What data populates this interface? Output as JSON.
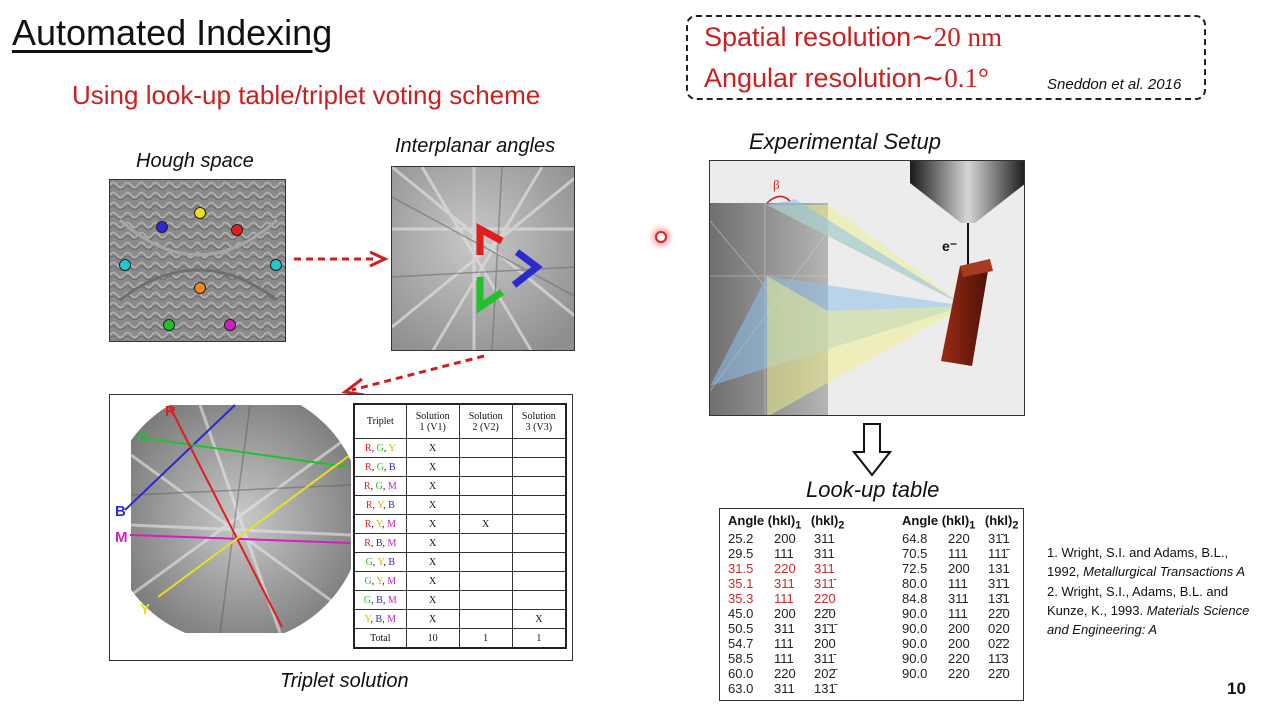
{
  "slide": {
    "title": "Automated Indexing",
    "subtitle": "Using look-up table/triplet voting scheme",
    "page_number": "10"
  },
  "resolution_box": {
    "spatial_prefix": "Spatial resolution",
    "spatial_value": "∼20 nm",
    "angular_prefix": "Angular resolution",
    "angular_value": "∼0.1°",
    "citation": "Sneddon et al. 2016"
  },
  "captions": {
    "hough": "Hough space",
    "angles": "Interplanar angles",
    "triplet": "Triplet solution",
    "experimental": "Experimental Setup",
    "lookup": "Look-up table"
  },
  "colors": {
    "accent_red": "#cc1f1f",
    "R": "#e01e1e",
    "G": "#22c02a",
    "B": "#2a2ad0",
    "M": "#d020c0",
    "Y": "#e8e020",
    "C": "#20c8d0",
    "O": "#f08a1e"
  },
  "triplet_image_labels": {
    "R": "R",
    "G": "G",
    "B": "B",
    "M": "M",
    "Y": "Y"
  },
  "triplet_table": {
    "headers": [
      {
        "line1": "Triplet",
        "line2": ""
      },
      {
        "line1": "Solution",
        "line2": "1 (V1)"
      },
      {
        "line1": "Solution",
        "line2": "2 (V2)"
      },
      {
        "line1": "Solution",
        "line2": "3 (V3)"
      }
    ],
    "rows": [
      {
        "triplet": [
          "R",
          "G",
          "Y"
        ],
        "s1": "X",
        "s2": "",
        "s3": ""
      },
      {
        "triplet": [
          "R",
          "G",
          "B"
        ],
        "s1": "X",
        "s2": "",
        "s3": ""
      },
      {
        "triplet": [
          "R",
          "G",
          "M"
        ],
        "s1": "X",
        "s2": "",
        "s3": ""
      },
      {
        "triplet": [
          "R",
          "Y",
          "B"
        ],
        "s1": "X",
        "s2": "",
        "s3": ""
      },
      {
        "triplet": [
          "R",
          "Y",
          "M"
        ],
        "s1": "X",
        "s2": "X",
        "s3": ""
      },
      {
        "triplet": [
          "R",
          "B",
          "M"
        ],
        "s1": "X",
        "s2": "",
        "s3": ""
      },
      {
        "triplet": [
          "G",
          "Y",
          "B"
        ],
        "s1": "X",
        "s2": "",
        "s3": ""
      },
      {
        "triplet": [
          "G",
          "Y",
          "M"
        ],
        "s1": "X",
        "s2": "",
        "s3": ""
      },
      {
        "triplet": [
          "G",
          "B",
          "M"
        ],
        "s1": "X",
        "s2": "",
        "s3": ""
      },
      {
        "triplet": [
          "Y",
          "B",
          "M"
        ],
        "s1": "X",
        "s2": "",
        "s3": "X"
      }
    ],
    "total": {
      "label": "Total",
      "s1": "10",
      "s2": "1",
      "s3": "1"
    }
  },
  "experimental_setup": {
    "beta_label": "β",
    "electron_label": "e⁻"
  },
  "lookup_table": {
    "headers": {
      "angle": "Angle",
      "hkl1": "(hkl)",
      "hkl1_sub": "1",
      "hkl2": "(hkl)",
      "hkl2_sub": "2"
    },
    "left": [
      {
        "angle": "25.2",
        "hkl1": "200",
        "hkl2": "311",
        "highlight": false
      },
      {
        "angle": "29.5",
        "hkl1": "111",
        "hkl2": "311",
        "highlight": false
      },
      {
        "angle": "31.5",
        "hkl1": "220",
        "hkl2": "311",
        "highlight": true
      },
      {
        "angle": "35.1",
        "hkl1": "311",
        "hkl2": "311̄",
        "highlight": true
      },
      {
        "angle": "35.3",
        "hkl1": "111",
        "hkl2": "220",
        "highlight": true
      },
      {
        "angle": "45.0",
        "hkl1": "200",
        "hkl2": "22̄0",
        "highlight": false
      },
      {
        "angle": "50.5",
        "hkl1": "311",
        "hkl2": "31̄1̄",
        "highlight": false
      },
      {
        "angle": "54.7",
        "hkl1": "111",
        "hkl2": "200",
        "highlight": false
      },
      {
        "angle": "58.5",
        "hkl1": "111",
        "hkl2": "311̄",
        "highlight": false
      },
      {
        "angle": "60.0",
        "hkl1": "220",
        "hkl2": "202̄",
        "highlight": false
      },
      {
        "angle": "63.0",
        "hkl1": "311",
        "hkl2": "131̄",
        "highlight": false
      }
    ],
    "right": [
      {
        "angle": "64.8",
        "hkl1": "220",
        "hkl2": "31̄1",
        "highlight": false
      },
      {
        "angle": "70.5",
        "hkl1": "111",
        "hkl2": "111̄",
        "highlight": false
      },
      {
        "angle": "72.5",
        "hkl1": "200",
        "hkl2": "131",
        "highlight": false
      },
      {
        "angle": "80.0",
        "hkl1": "111",
        "hkl2": "31̄1",
        "highlight": false
      },
      {
        "angle": "84.8",
        "hkl1": "311",
        "hkl2": "13̄1",
        "highlight": false
      },
      {
        "angle": "90.0",
        "hkl1": "111",
        "hkl2": "22̄0",
        "highlight": false
      },
      {
        "angle": "90.0",
        "hkl1": "200",
        "hkl2": "020",
        "highlight": false
      },
      {
        "angle": "90.0",
        "hkl1": "200",
        "hkl2": "02̄2",
        "highlight": false
      },
      {
        "angle": "90.0",
        "hkl1": "220",
        "hkl2": "11̄3",
        "highlight": false
      },
      {
        "angle": "90.0",
        "hkl1": "220",
        "hkl2": "22̄0",
        "highlight": false
      }
    ]
  },
  "references": [
    {
      "text": "1. Wright, S.I. and Adams, B.L., 1992, ",
      "italic": "Metallurgical Transactions A"
    },
    {
      "text": "2. Wright, S.I., Adams, B.L. and Kunze, K., 1993. ",
      "italic": "Materials Science and Engineering: A"
    }
  ]
}
